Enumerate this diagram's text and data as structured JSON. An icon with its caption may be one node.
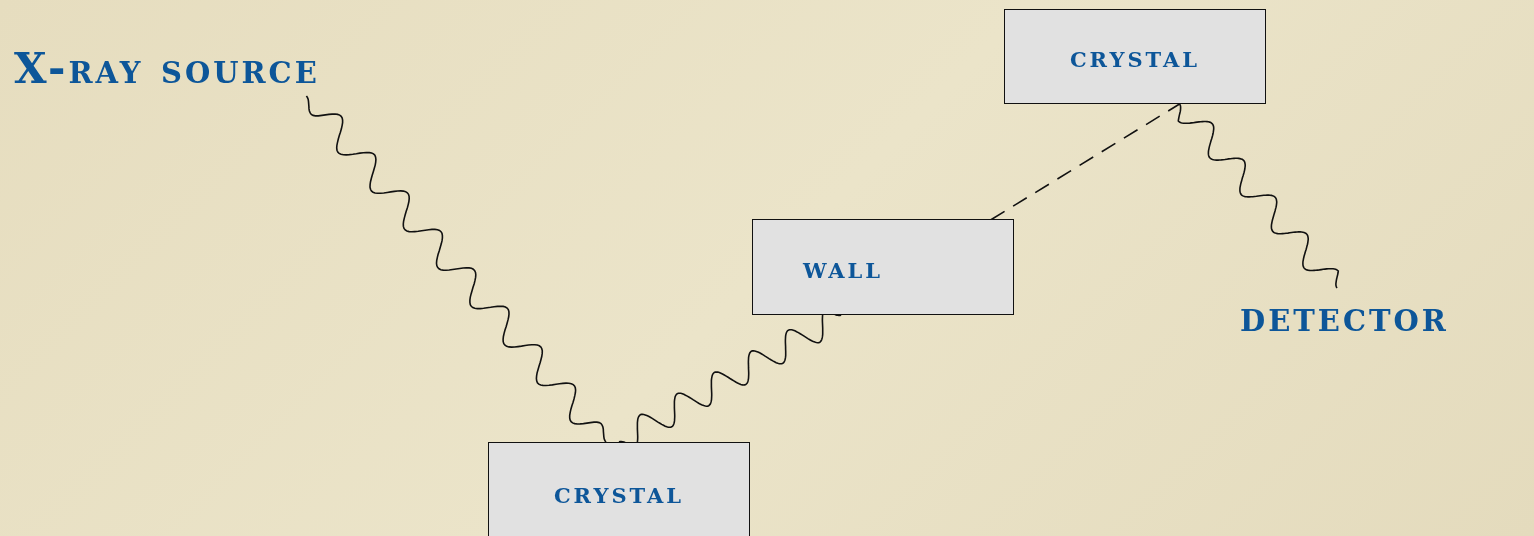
{
  "diagram": {
    "nodes": [
      {
        "text": [
          "X-ray source"
        ]
      },
      {
        "text": [
          "crystal"
        ]
      },
      {
        "text": [
          "wall"
        ]
      },
      {
        "text": [
          "crystal"
        ]
      },
      {
        "text": [
          "detector"
        ]
      }
    ],
    "edges": [
      {
        "from": 0,
        "to": 1,
        "arrow": "none"
      },
      {
        "from": 1,
        "to": 2,
        "arrow": "none"
      },
      {
        "from": 2,
        "to": 3,
        "arrow": "none",
        "style": "dashed"
      },
      {
        "from": 3,
        "to": 4,
        "arrow": "none"
      }
    ]
  }
}
